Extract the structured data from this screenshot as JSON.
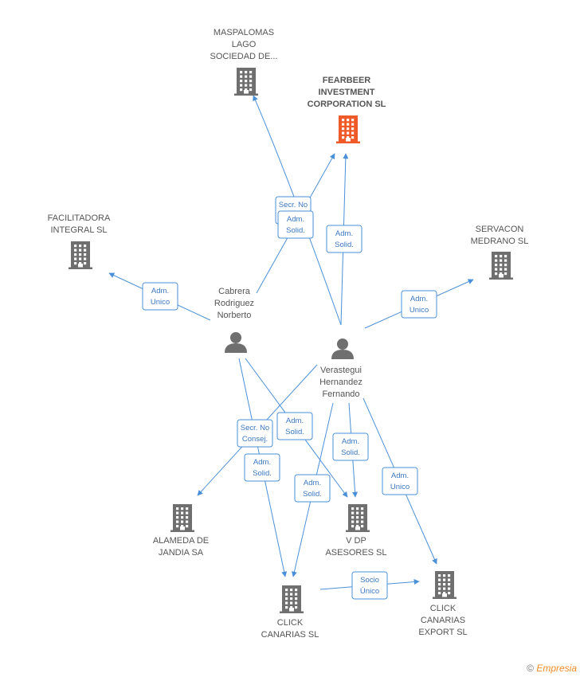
{
  "colors": {
    "edge": "#4a90d9",
    "company": "#6f6f6f",
    "focus": "#f05a28",
    "person": "#6f6f6f"
  },
  "nodes": [
    {
      "id": "maspalomas",
      "type": "company",
      "label": [
        "MASPALOMAS",
        "LAGO",
        "SOCIEDAD DE..."
      ]
    },
    {
      "id": "fearbeer",
      "type": "company",
      "focus": true,
      "label": [
        "FEARBEER",
        "INVESTMENT",
        "CORPORATION SL"
      ]
    },
    {
      "id": "facilitadora",
      "type": "company",
      "label": [
        "FACILITADORA",
        "INTEGRAL  SL"
      ]
    },
    {
      "id": "servacon",
      "type": "company",
      "label": [
        "SERVACON",
        "MEDRANO SL"
      ]
    },
    {
      "id": "cabrera",
      "type": "person",
      "label": [
        "Cabrera",
        "Rodriguez",
        "Norberto"
      ]
    },
    {
      "id": "verastegui",
      "type": "person",
      "label": [
        "Verastegui",
        "Hernandez",
        "Fernando"
      ]
    },
    {
      "id": "alameda",
      "type": "company",
      "label": [
        "ALAMEDA DE",
        "JANDIA SA"
      ]
    },
    {
      "id": "vdp",
      "type": "company",
      "label": [
        "V DP",
        "ASESORES SL"
      ]
    },
    {
      "id": "click",
      "type": "company",
      "label": [
        "CLICK",
        "CANARIAS  SL"
      ]
    },
    {
      "id": "clickexport",
      "type": "company",
      "label": [
        "CLICK",
        "CANARIAS",
        "EXPORT  SL"
      ]
    }
  ],
  "edges": [
    {
      "id": "e1",
      "from": "verastegui",
      "to": "maspalomas",
      "label": [
        "Secr.  No",
        "Consej."
      ]
    },
    {
      "id": "e2",
      "from": "cabrera",
      "to": "fearbeer",
      "label": [
        "Adm.",
        "Solid."
      ]
    },
    {
      "id": "e3",
      "from": "verastegui",
      "to": "fearbeer",
      "label": [
        "Adm.",
        "Solid."
      ]
    },
    {
      "id": "e4",
      "from": "cabrera",
      "to": "facilitadora",
      "label": [
        "Adm.",
        "Unico"
      ]
    },
    {
      "id": "e5",
      "from": "verastegui",
      "to": "servacon",
      "label": [
        "Adm.",
        "Unico"
      ]
    },
    {
      "id": "e6",
      "from": "verastegui",
      "to": "alameda",
      "label": [
        "Secr.  No",
        "Consej."
      ]
    },
    {
      "id": "e7",
      "from": "cabrera",
      "to": "vdp",
      "label": [
        "Adm.",
        "Solid."
      ]
    },
    {
      "id": "e8",
      "from": "verastegui",
      "to": "vdp",
      "label": [
        "Adm.",
        "Solid."
      ]
    },
    {
      "id": "e9",
      "from": "cabrera",
      "to": "click",
      "label": [
        "Adm.",
        "Solid."
      ]
    },
    {
      "id": "e10",
      "from": "verastegui",
      "to": "click",
      "label": [
        "Adm.",
        "Solid."
      ]
    },
    {
      "id": "e11",
      "from": "verastegui",
      "to": "clickexport",
      "label": [
        "Adm.",
        "Unico"
      ]
    },
    {
      "id": "e12",
      "from": "click",
      "to": "clickexport",
      "label": [
        "Socio",
        "Único"
      ]
    }
  ],
  "footer": {
    "copyright": "©",
    "brand": "Empresia"
  }
}
